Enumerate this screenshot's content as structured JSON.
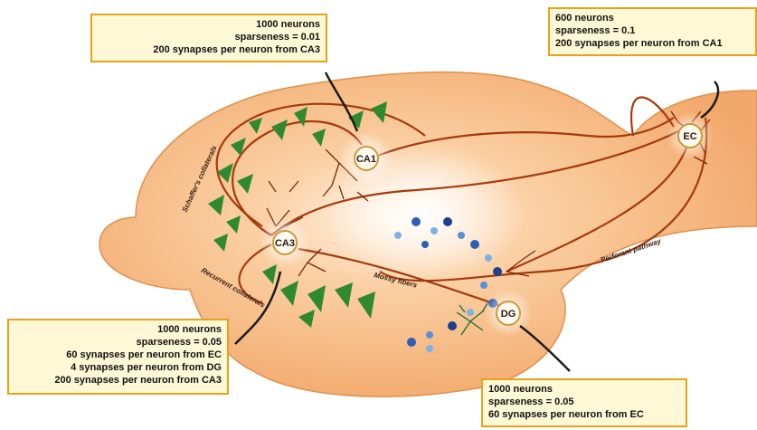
{
  "regions": {
    "ca1": "CA1",
    "ca3": "CA3",
    "dg": "DG",
    "ec": "EC"
  },
  "pathways": {
    "schaffer": "Schaffer's collaterals",
    "recurrent": "Recurrent collaterals",
    "mossy": "Mossy fibers",
    "perforant": "Perforant pathway"
  },
  "callouts": {
    "ca1": [
      "1000 neurons",
      "sparseness = 0.01",
      "200 synapses per neuron from CA3"
    ],
    "ec": [
      "600 neurons",
      "sparseness = 0.1",
      "200 synapses per neuron from CA1"
    ],
    "ca3": [
      "1000 neurons",
      "sparseness = 0.05",
      "60 synapses per neuron from EC",
      "4 synapses per neuron from DG",
      "200 synapses per neuron from CA3"
    ],
    "dg": [
      "1000 neurons",
      "sparseness = 0.05",
      "60 synapses per neuron from EC"
    ]
  },
  "colors": {
    "tissue": "#f7b57a",
    "callout_border": "#e8a21a",
    "callout_fill": "#fff8d6",
    "pyramidal": "#2f8a2f",
    "granule": "#2f5fb5",
    "axon": "#a63a0c",
    "dendrite": "#7a2a0c"
  }
}
